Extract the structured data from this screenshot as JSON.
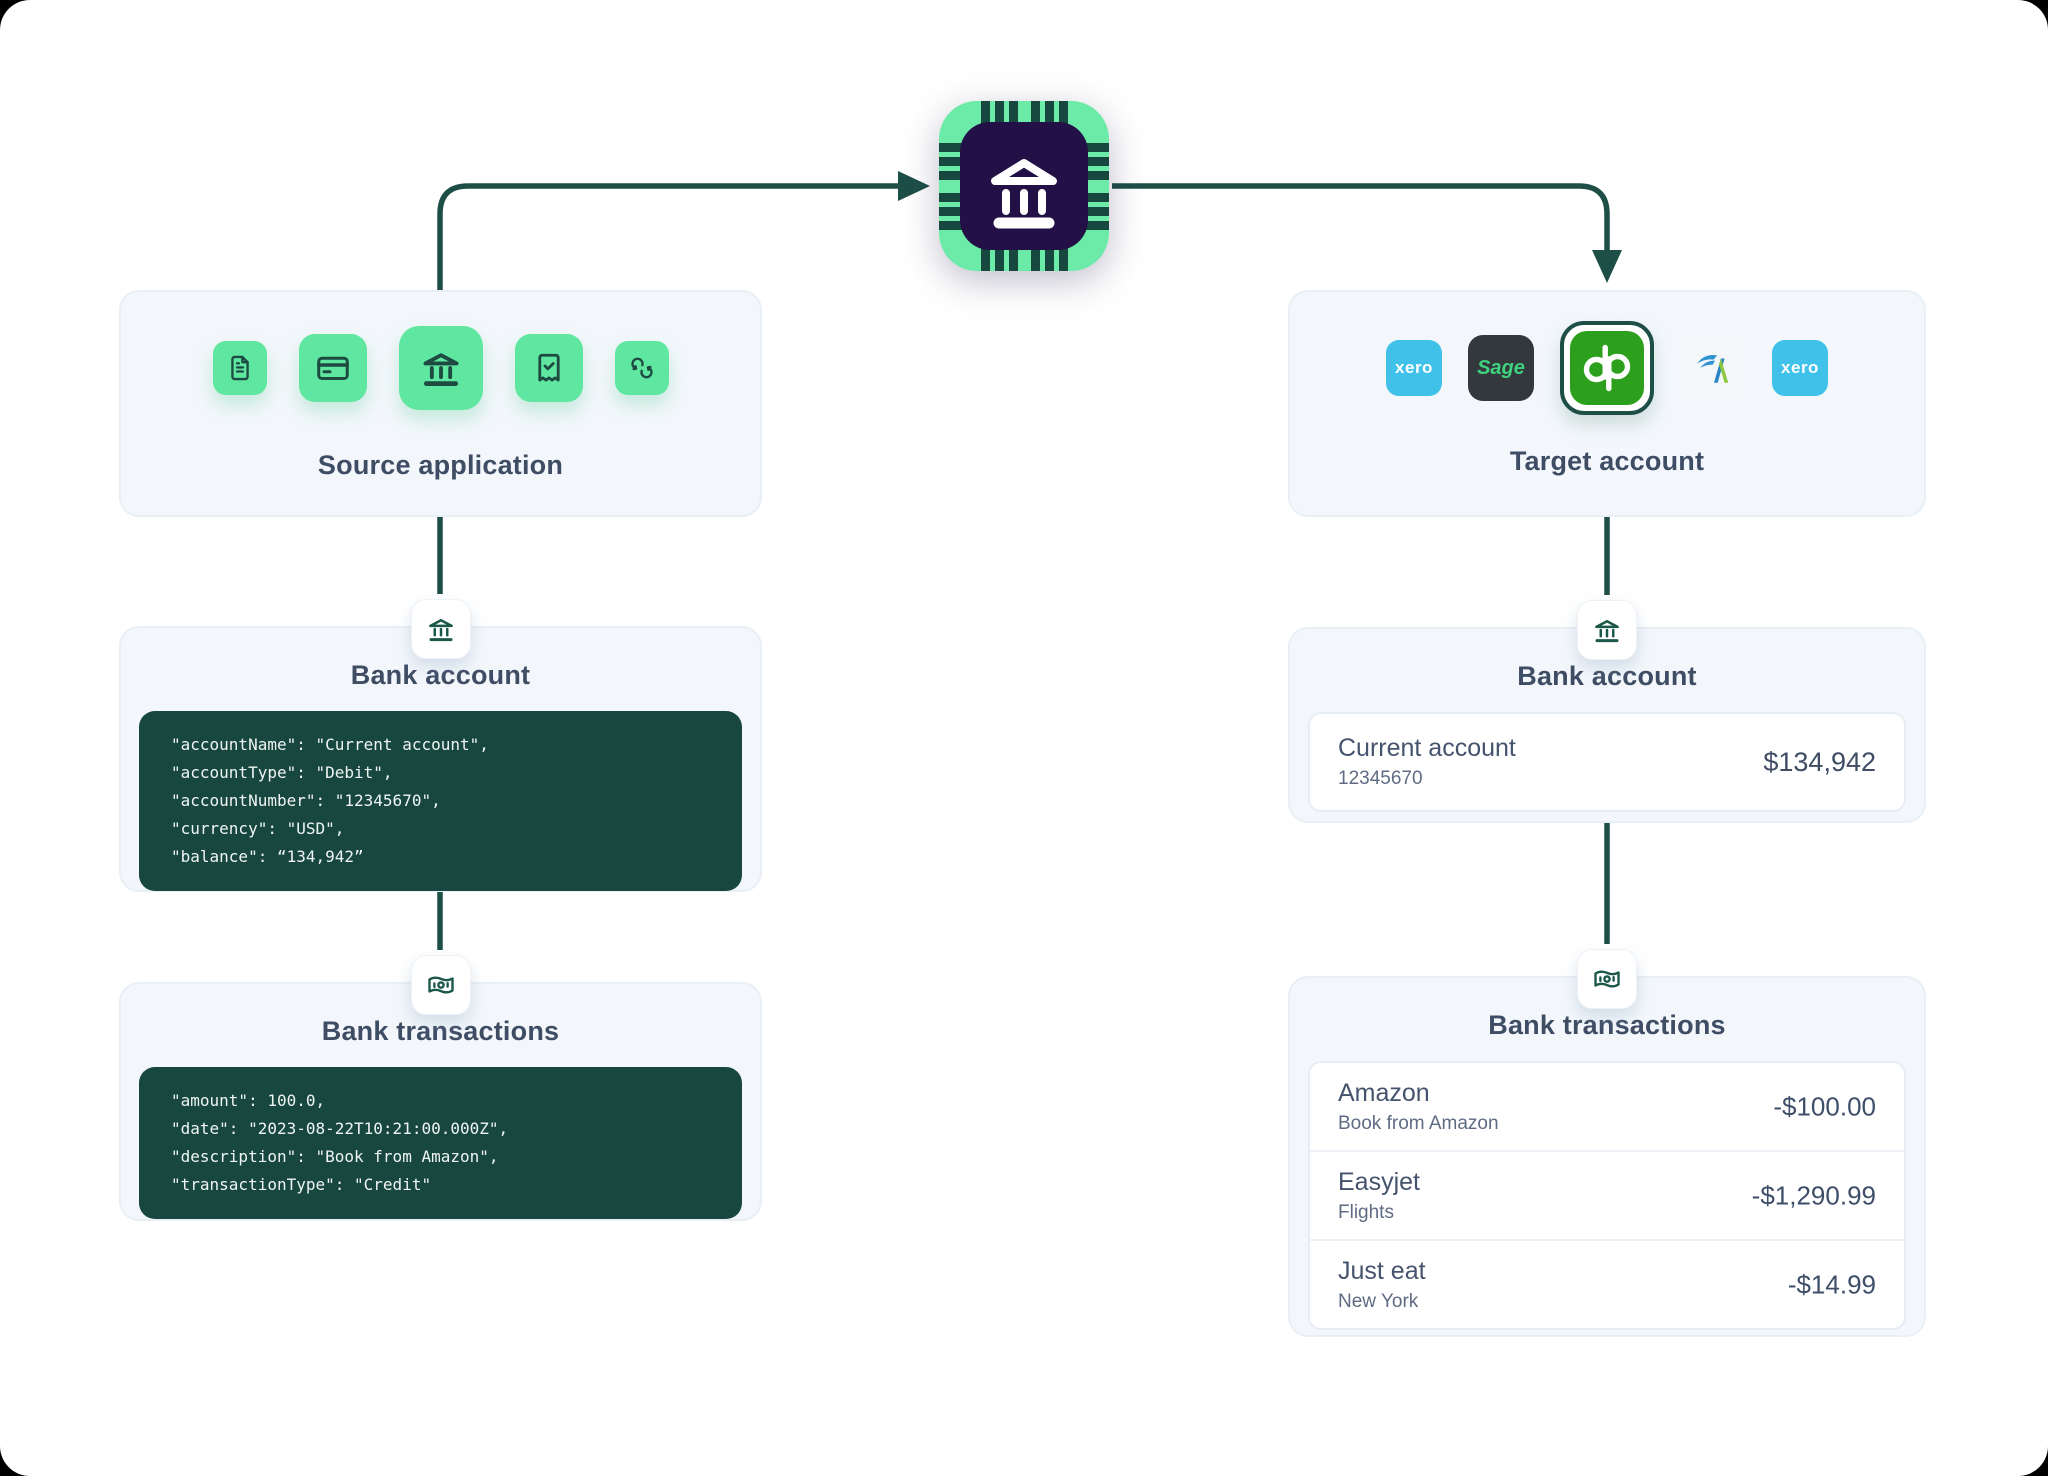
{
  "palette": {
    "accent_green": "#5fe7a1",
    "dark_teal_line": "#1d4f47",
    "code_block_bg": "#17473e",
    "navy_text": "#3e4c64",
    "muted_text": "#5e6b83",
    "panel_bg": "#f3f7fb",
    "chip_inner_purple": "#221046",
    "chip_outer_green": "#6ceaa7",
    "xero_blue": "#3fc1e9",
    "sage_dark": "#33383d",
    "sage_green": "#3ed17e",
    "quickbooks_green": "#2ca01c",
    "freeagent_blue": "#2b84c4",
    "freeagent_green": "#8dc63f"
  },
  "source_panel": {
    "title": "Source application"
  },
  "target_panel": {
    "title": "Target account",
    "apps": [
      {
        "name": "xero",
        "label": "xero"
      },
      {
        "name": "sage",
        "label": "Sage"
      },
      {
        "name": "quickbooks",
        "label": "qb",
        "selected": true
      },
      {
        "name": "freeagent",
        "label": ""
      },
      {
        "name": "xero",
        "label": "xero"
      }
    ]
  },
  "left_bank_account": {
    "title": "Bank account",
    "code_lines": [
      "\"accountName\": \"Current account\",",
      "\"accountType\": \"Debit\",",
      "\"accountNumber\": \"12345670\",",
      "\"currency\": \"USD\",",
      "\"balance\": “134,942”"
    ]
  },
  "left_bank_transactions": {
    "title": "Bank transactions",
    "code_lines": [
      "\"amount\": 100.0,",
      "\"date\": \"2023-08-22T10:21:00.000Z\",",
      "\"description\": \"Book from Amazon\",",
      "\"transactionType\": \"Credit\""
    ]
  },
  "right_bank_account": {
    "title": "Bank account",
    "account_name": "Current account",
    "account_number": "12345670",
    "balance": "$134,942"
  },
  "right_bank_transactions": {
    "title": "Bank transactions",
    "rows": [
      {
        "merchant": "Amazon",
        "description": "Book from Amazon",
        "amount": "-$100.00"
      },
      {
        "merchant": "Easyjet",
        "description": "Flights",
        "amount": "-$1,290.99"
      },
      {
        "merchant": "Just eat",
        "description": "New York",
        "amount": "-$14.99"
      }
    ]
  }
}
